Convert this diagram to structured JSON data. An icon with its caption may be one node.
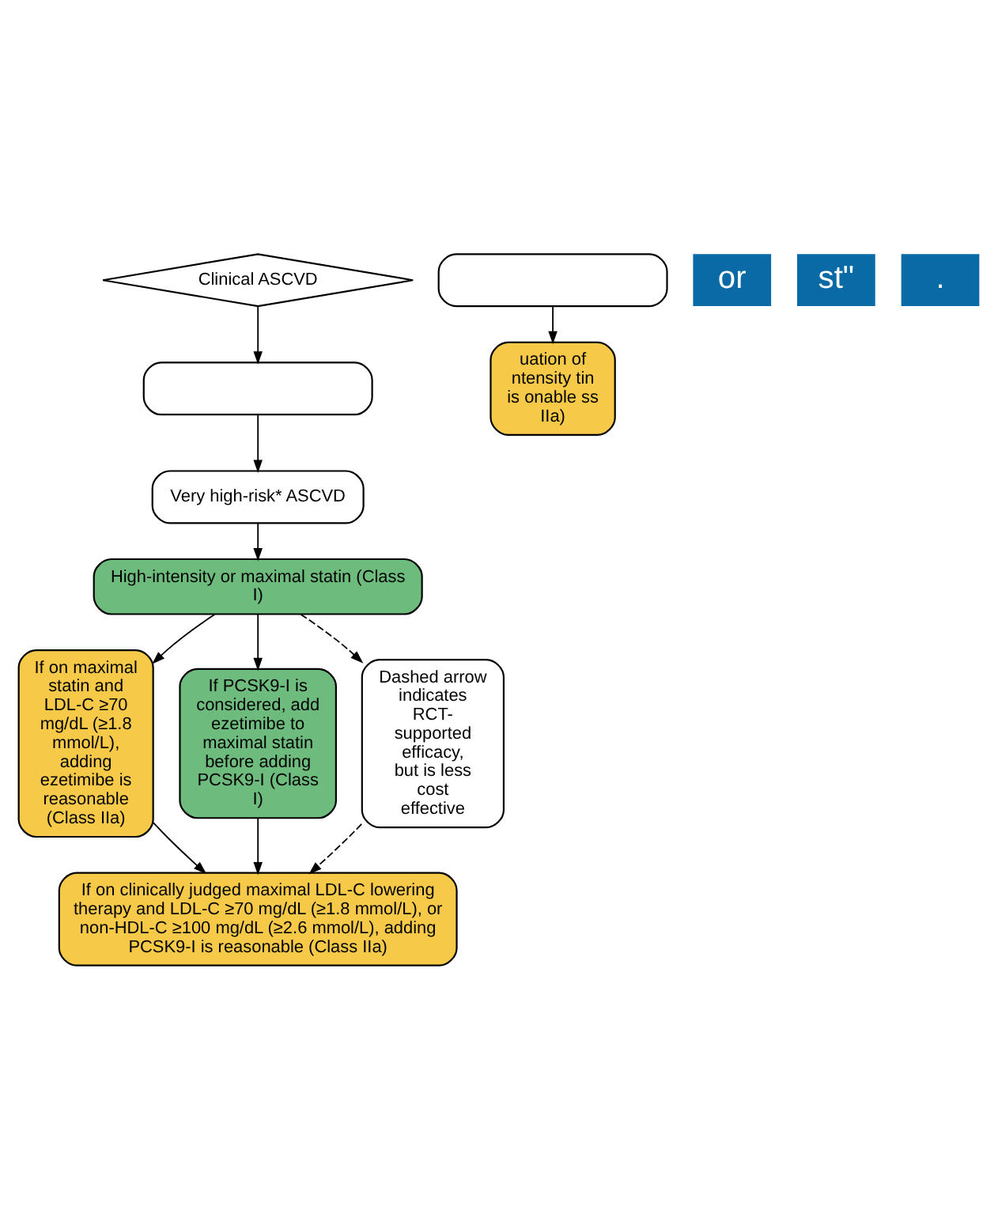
{
  "diagram": {
    "nodes": [
      {
        "text": [
          "Clinical ASCVD"
        ]
      },
      {
        "text": [],
        "shape": "box"
      },
      {
        "text": [
          "Very high-risk* ASCVD"
        ]
      },
      {
        "text": [
          "High-intensity or maximal statin (Class I)"
        ]
      },
      {
        "text": [
          "If on maximal statin and LDL-C ≥70 mg/dL (≥1.8 mmol/L), adding ezetimibe is reasonable (Class IIa)"
        ]
      },
      {
        "text": [
          "If PCSK9-I is considered, add ezetimibe to maximal statin before adding PCSK9-I (Class I)"
        ]
      },
      {
        "text": [
          "Dashed arrow indicates RCT-supported efficacy, but is less cost effective"
        ]
      },
      {
        "text": [
          "If on clinically judged maximal LDL-C lowering therapy and LDL-C ≥70 mg/dL (≥1.8 mmol/L), or non-HDL-C ≥100 mg/dL (≥2.6 mmol/L), adding PCSK9-I is reasonable (Class IIa)"
        ]
      },
      {
        "text": [],
        "shape": "box"
      },
      {
        "text": [
          "uation of ntensity tin is onable ss IIa)"
        ]
      }
    ],
    "edges": [
      {
        "from": 0,
        "to": 1,
        "arrow": "to"
      },
      {
        "from": 1,
        "to": 2,
        "arrow": "to"
      },
      {
        "from": 2,
        "to": 3,
        "arrow": "to"
      },
      {
        "from": 3,
        "to": 4,
        "arrow": "to"
      },
      {
        "from": 3,
        "to": 5,
        "arrow": "to"
      },
      {
        "from": 3,
        "to": 6,
        "arrow": "to",
        "style": "dashed"
      },
      {
        "from": 4,
        "to": 7,
        "arrow": "to"
      },
      {
        "from": 5,
        "to": 7,
        "arrow": "to"
      },
      {
        "from": 6,
        "to": 7,
        "arrow": "to",
        "style": "dashed"
      },
      {
        "from": 8,
        "to": 9,
        "arrow": "to"
      }
    ],
    "labels": [
      "or",
      "st\"",
      "."
    ]
  }
}
